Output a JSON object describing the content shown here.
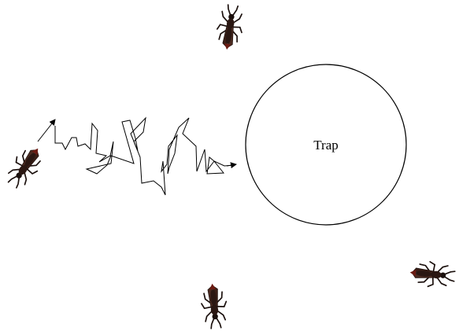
{
  "trap": {
    "label": "Trap"
  },
  "colors": {
    "stroke": "#000000",
    "insect_body": "#3a1f17",
    "insect_dark": "#1a0f0c"
  },
  "insects": [
    {
      "name": "insect-top"
    },
    {
      "name": "insect-left"
    },
    {
      "name": "insect-bottom"
    },
    {
      "name": "insect-right"
    }
  ],
  "path": {
    "description_icon": "random-walk-arrow"
  }
}
